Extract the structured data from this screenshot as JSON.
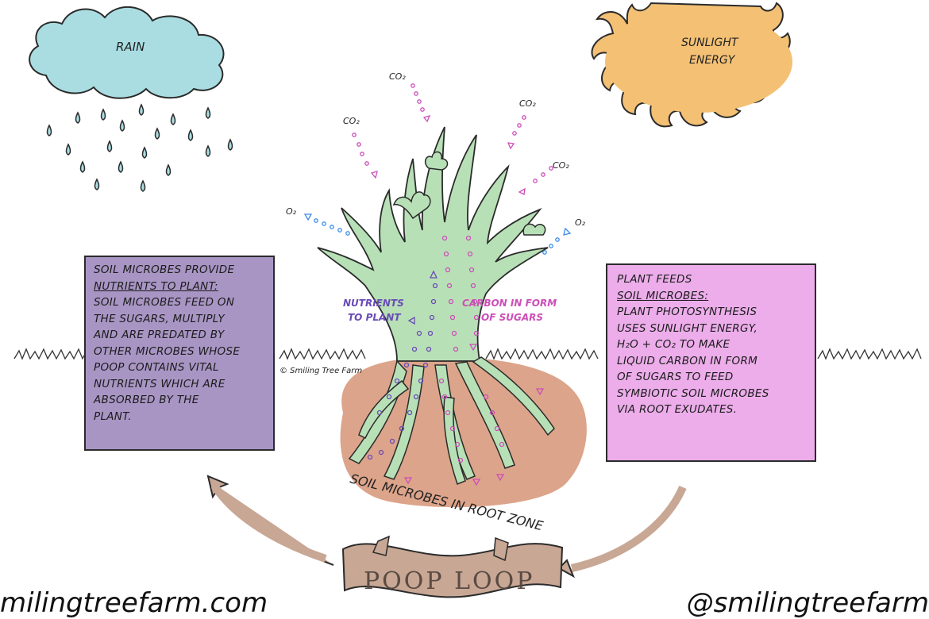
{
  "rain_label": "RAIN",
  "sun_label_line1": "SUNLIGHT",
  "sun_label_line2": "ENERGY",
  "co2_labels": [
    "CO₂",
    "CO₂",
    "CO₂",
    "CO₂"
  ],
  "o2_labels": [
    "O₂",
    "O₂"
  ],
  "nutrients_label_line1": "NUTRIENTS",
  "nutrients_label_line2": "TO PLANT",
  "carbon_label_line1": "CARBON IN FORM",
  "carbon_label_line2": "OF SUGARS",
  "copyright": "© Smiling Tree Farm",
  "root_zone_label": "SOIL MICROBES IN ROOT ZONE",
  "banner_label": "POOP LOOP",
  "left_box": {
    "title_line1": "SOIL MICROBES PROVIDE",
    "title_line2": "NUTRIENTS TO PLANT:",
    "body": [
      "SOIL MICROBES FEED ON",
      "THE SUGARS, MULTIPLY",
      "AND ARE PREDATED BY",
      "OTHER MICROBES WHOSE",
      "POOP CONTAINS VITAL",
      "NUTRIENTS WHICH ARE",
      "ABSORBED BY THE",
      "PLANT."
    ]
  },
  "right_box": {
    "title_line1": "PLANT FEEDS",
    "title_line2": "SOIL MICROBES:",
    "body": [
      "PLANT PHOTOSYNTHESIS",
      "USES SUNLIGHT ENERGY,",
      "H₂O + CO₂ TO MAKE",
      "LIQUID CARBON IN FORM",
      "OF SUGARS TO FEED",
      "SYMBIOTIC SOIL MICROBES",
      "VIA ROOT EXUDATES."
    ]
  },
  "bottom_left_caption": "milingtreefarm.com",
  "bottom_right_caption": "@smilingtreefarm",
  "colors": {
    "rain_cloud": "#a9dde2",
    "sun": "#f3c074",
    "plant": "#b8e0b7",
    "soil": "#dca48a",
    "left_box": "#a895c4",
    "right_box": "#ecadea",
    "banner": "#c8a795",
    "nutrients_text": "#6a4bb6",
    "carbon_text": "#cc4fb8",
    "oxygen_dots": "#3a8ce8"
  }
}
